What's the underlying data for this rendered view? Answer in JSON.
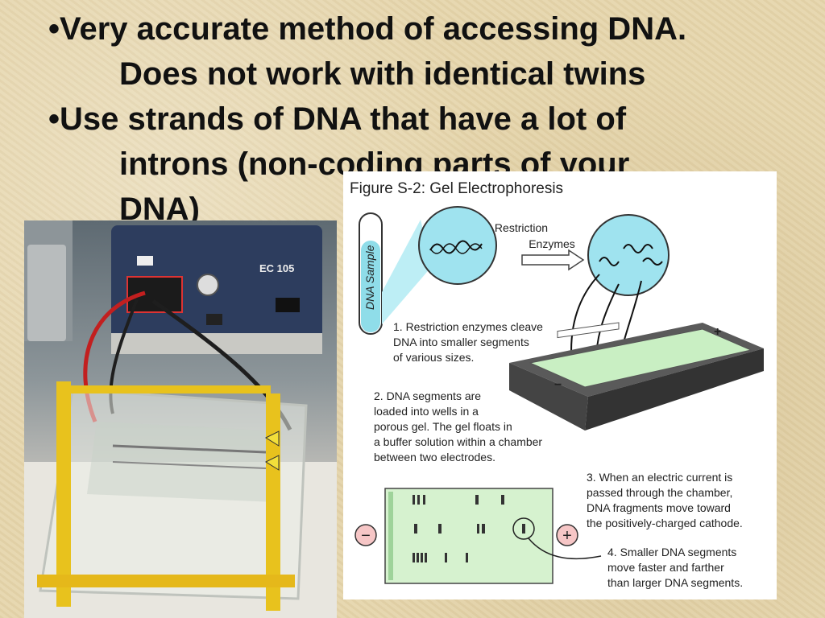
{
  "bullets": [
    {
      "marker": "•",
      "lines": [
        "Very accurate method of accessing DNA.",
        "Does not work with identical twins"
      ]
    },
    {
      "marker": "•",
      "lines": [
        "Use strands of DNA that have a lot of",
        "introns (non-coding parts of your",
        "DNA)"
      ]
    }
  ],
  "photo": {
    "device_label": "EC 105"
  },
  "figure": {
    "title": "Figure S-2: Gel Electrophoresis",
    "tube_label": "DNA Sample",
    "enzyme_label": [
      "Restriction",
      "Enzymes"
    ],
    "steps": [
      [
        "1. Restriction enzymes cleave",
        "DNA into smaller segments",
        "of various sizes."
      ],
      [
        "2. DNA segments are",
        "loaded into wells in a",
        "porous gel.  The gel floats in",
        "a buffer solution within a chamber",
        "between two electrodes."
      ],
      [
        "3. When an electric current is",
        "passed through the chamber,",
        "DNA fragments move toward",
        "the positively-charged cathode."
      ],
      [
        "4. Smaller DNA segments",
        "move faster and farther",
        "than larger DNA segments."
      ]
    ],
    "minus_sign": "−",
    "plus_sign": "+",
    "colors": {
      "cyan": "#9fe3ef",
      "gel": "#c9efc3",
      "tray": "#4a4a4a"
    }
  }
}
